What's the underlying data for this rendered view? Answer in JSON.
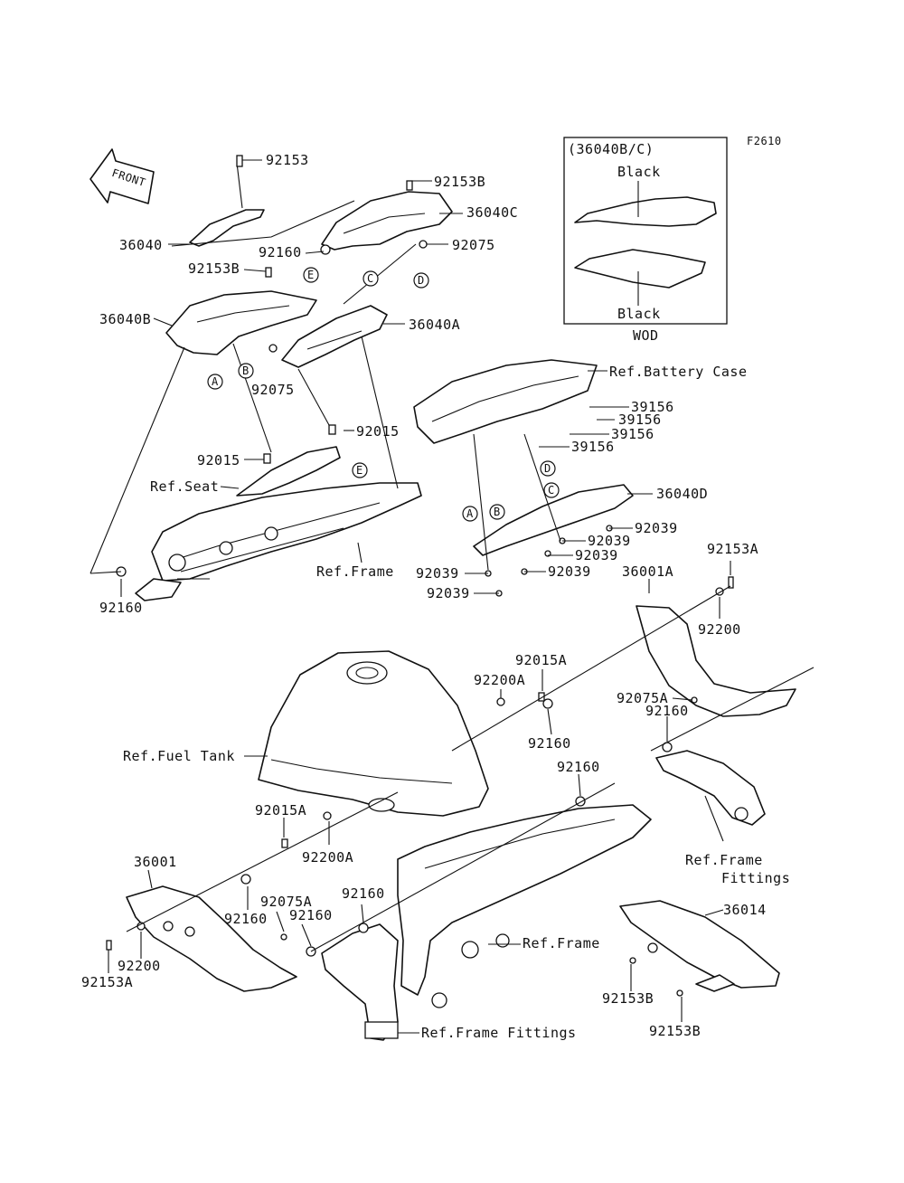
{
  "figure_id": "F2610",
  "front_arrow": {
    "label": "FRONT"
  },
  "inset": {
    "header": "(36040B/C)",
    "top_color": "Black",
    "bottom_color": "Black",
    "caption": "WOD"
  },
  "callouts": [
    "A",
    "B",
    "C",
    "D",
    "E"
  ],
  "labels": {
    "l_92153_top": "92153",
    "l_92153B_top": "92153B",
    "l_36040C": "36040C",
    "l_36040": "36040",
    "l_92160_a": "92160",
    "l_92075_a": "92075",
    "l_92153B_mid": "92153B",
    "l_36040B": "36040B",
    "l_36040A": "36040A",
    "l_92075_b": "92075",
    "l_ref_battery": "Ref.Battery Case",
    "l_39156_1": "39156",
    "l_39156_2": "39156",
    "l_39156_3": "39156",
    "l_39156_4": "39156",
    "l_92015_a": "92015",
    "l_92015_b": "92015",
    "l_ref_seat": "Ref.Seat",
    "l_36040D": "36040D",
    "l_92039_1": "92039",
    "l_92039_2": "92039",
    "l_92039_3": "92039",
    "l_92039_4": "92039",
    "l_92039_5": "92039",
    "l_92039_6": "92039",
    "l_ref_frame_top": "Ref.Frame",
    "l_92160_b": "92160",
    "l_92153A_r": "92153A",
    "l_36001A": "36001A",
    "l_92200_r": "92200",
    "l_92015A_r": "92015A",
    "l_92200A_r": "92200A",
    "l_92075A_r": "92075A",
    "l_92160_c": "92160",
    "l_ref_fuel": "Ref.Fuel Tank",
    "l_92160_d": "92160",
    "l_92160_e": "92160",
    "l_ref_ff_r1": "Ref.Frame",
    "l_ref_ff_r2": "Fittings",
    "l_92015A_l": "92015A",
    "l_92200A_l": "92200A",
    "l_36001": "36001",
    "l_92075A_l": "92075A",
    "l_92160_f": "92160",
    "l_92160_g": "92160",
    "l_92160_h": "92160",
    "l_36014": "36014",
    "l_92200_l": "92200",
    "l_92153A_l": "92153A",
    "l_ref_frame_bot": "Ref.Frame",
    "l_92153B_b1": "92153B",
    "l_92153B_b2": "92153B",
    "l_ref_ff_bot": "Ref.Frame Fittings"
  }
}
